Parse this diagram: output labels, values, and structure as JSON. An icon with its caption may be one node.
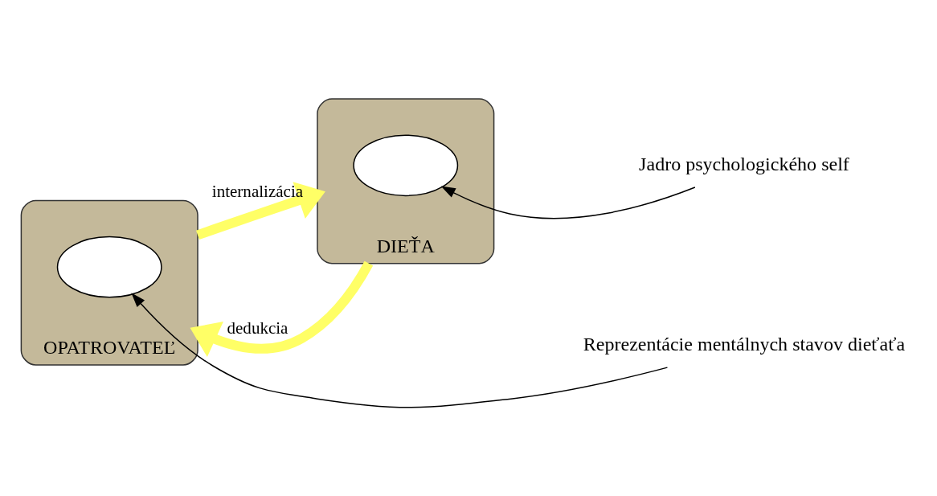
{
  "diagram": {
    "nodes": [
      {
        "text": [],
        "shape": "ellipse",
        "beside": [
          "OPATROVATEĽ"
        ]
      },
      {
        "text": [],
        "shape": "ellipse",
        "in": 0
      },
      {
        "text": [],
        "shape": "ellipse",
        "beside": [
          "DIEŤA"
        ]
      },
      {
        "text": [],
        "shape": "ellipse",
        "in": 2
      },
      {
        "text": [
          "Reprezentácie mentálnych stavov dieťaťa"
        ]
      },
      {
        "text": [
          "Jadro psychologického self"
        ]
      }
    ],
    "edges": [
      {
        "from": 4,
        "to": 1,
        "arrow": "to"
      },
      {
        "from": 5,
        "to": 3,
        "arrow": "to"
      },
      {
        "from": 0,
        "to": 2,
        "arrow": "to",
        "label": "internalizácia",
        "style": "thick",
        "color": "#ffff66"
      },
      {
        "from": 2,
        "to": 0,
        "arrow": "to",
        "label": "dedukcia",
        "style": "thick",
        "color": "#ffff66"
      }
    ]
  }
}
